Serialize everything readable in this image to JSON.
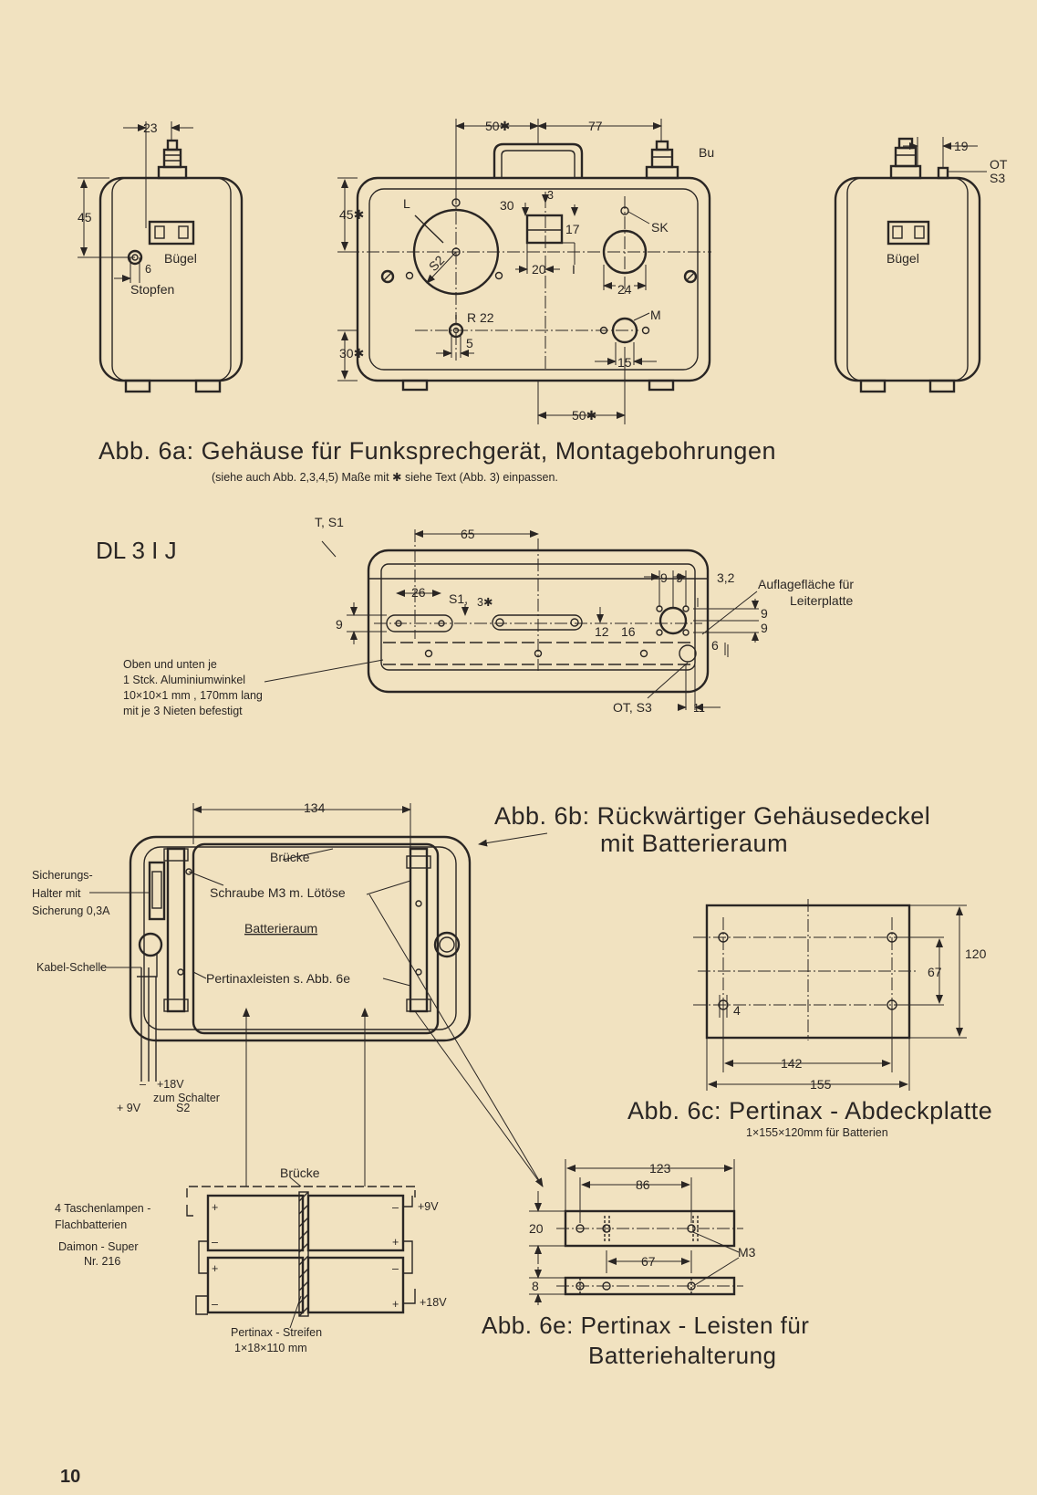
{
  "page_number": "10",
  "author_call": "DL 3 I J",
  "fig6a": {
    "caption": "Abb. 6a:  Gehäuse  für  Funksprechgerät, Montagebohrungen",
    "subcaption": "(siehe auch Abb. 2,3,4,5)  Maße mit ✱ siehe Text (Abb. 3) einpassen.",
    "left_view": {
      "dim_top": "23",
      "dim_side": "45",
      "dim_small": "6",
      "label_buegel": "Bügel",
      "label_stopfen": "Stopfen"
    },
    "front_view": {
      "dim_50a": "50✱",
      "dim_77": "77",
      "label_bu": "Bu",
      "label_l": "L",
      "label_s2": "S2",
      "dim_45": "45✱",
      "dim_30": "30",
      "dim_3": "3",
      "dim_17": "17",
      "dim_20": "20",
      "label_i": "I",
      "label_sk": "SK",
      "dim_24": "24",
      "label_r22": "R 22",
      "dim_5": "5",
      "label_m": "M",
      "dim_30b": "30✱",
      "dim_15": "15",
      "dim_50b": "50✱"
    },
    "right_view": {
      "dim_19": "19",
      "label_ot": "OT",
      "label_s3": "S3",
      "label_buegel": "Bügel"
    }
  },
  "fig6b_top": {
    "label_ts1": "T, S1",
    "dim_65": "65",
    "dim_26": "26",
    "label_s1": "S1,",
    "label_3": "3✱",
    "dim_9a": "9",
    "dim_9b": "9",
    "dim_32": "3,2",
    "label_auflage": "Auflagefläche für",
    "label_leiterplatte": "Leiterplatte",
    "dim_9c": "9",
    "dim_9d": "9",
    "dim_9e": "9",
    "dim_12": "12",
    "dim_16": "16",
    "dim_6": "6",
    "label_ots3": "OT, S3",
    "dim_11": "11",
    "note_lines": [
      "Oben  und  unten  je",
      "1 Stck. Aluminiumwinkel",
      "10×10×1 mm , 170mm lang",
      "mit  je  3  Nieten  befestigt"
    ]
  },
  "fig6b": {
    "caption_line1": "Abb. 6b: Rückwärtiger  Gehäusedeckel",
    "caption_line2": "mit  Batterieraum",
    "dim_134": "134",
    "label_bruecke": "Brücke",
    "label_schraube": "Schraube  M3 m. Lötöse",
    "label_batterieraum": "Batterieraum",
    "label_pertinax": "Pertinaxleisten  s. Abb. 6e",
    "label_sicherung": [
      "Sicherungs-",
      "Halter  mit",
      "Sicherung 0,3A"
    ],
    "label_kabel": "Kabel-Schelle",
    "label_18v": "+18V",
    "label_zum": "zum  Schalter",
    "label_9v": "+ 9V",
    "label_s2": "S2",
    "label_minus": "–"
  },
  "fig6c": {
    "caption": "Abb. 6c:  Pertinax - Abdeckplatte",
    "subcaption": "1×155×120mm  für  Batterien",
    "dim_120": "120",
    "dim_67": "67",
    "dim_4": "4",
    "dim_142": "142",
    "dim_155": "155"
  },
  "battery": {
    "label_bruecke": "Brücke",
    "label_lamps": [
      "4 Taschenlampen -",
      "Flachbatterien"
    ],
    "label_daimon": [
      "Daimon - Super",
      "Nr.  216"
    ],
    "label_9v": "+9V",
    "label_18v": "+18V",
    "label_streifen": [
      "Pertinax - Streifen",
      "1×18×110 mm"
    ]
  },
  "fig6e": {
    "caption_line1": "Abb. 6e:  Pertinax - Leisten  für",
    "caption_line2": "Batteriehalterung",
    "dim_123": "123",
    "dim_86": "86",
    "dim_20": "20",
    "label_m3": "M3",
    "dim_67": "67",
    "dim_8": "8"
  }
}
